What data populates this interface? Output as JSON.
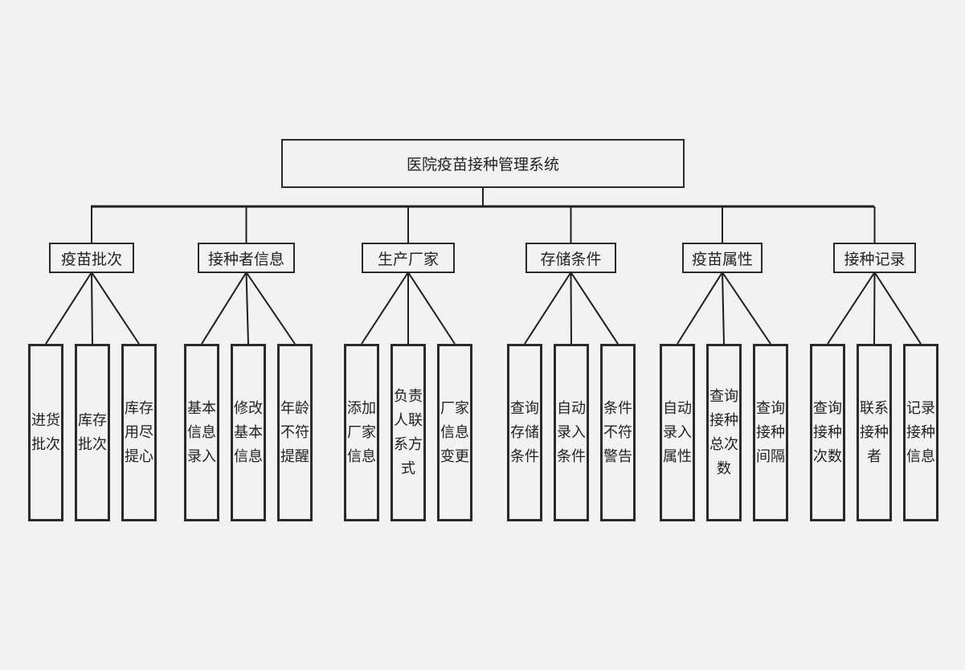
{
  "root": {
    "label": "医院疫苗接种管理系统"
  },
  "modules": [
    {
      "label": "疫苗批次",
      "children": [
        "进货批次",
        "库存批次",
        "库存用尽提心"
      ]
    },
    {
      "label": "接种者信息",
      "children": [
        "基本信息录入",
        "修改基本信息",
        "年龄不符提醒"
      ]
    },
    {
      "label": "生产厂家",
      "children": [
        "添加厂家信息",
        "负责人联系方式",
        "厂家信息变更"
      ]
    },
    {
      "label": "存储条件",
      "children": [
        "查询存储条件",
        "自动录入条件",
        "条件不符警告"
      ]
    },
    {
      "label": "疫苗属性",
      "children": [
        "自动录入属性",
        "查询接种总次数",
        "查询接种间隔"
      ]
    },
    {
      "label": "接种记录",
      "children": [
        "查询接种次数",
        "联系接种者",
        "记录接种信息"
      ]
    }
  ]
}
